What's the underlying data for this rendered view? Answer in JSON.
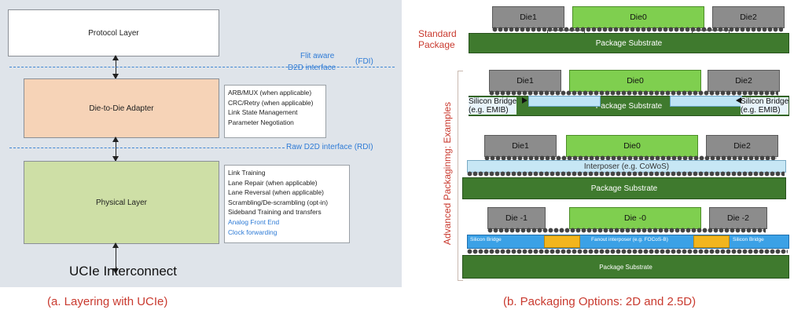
{
  "layering": {
    "protocol_layer": "Protocol Layer",
    "fdi_label": "Flit aware",
    "fdi_label2": "D2D interface",
    "fdi_abbr": "(FDI)",
    "adapter_layer": "Die-to-Die Adapter",
    "adapter_functions": [
      "ARB/MUX (when applicable)",
      "CRC/Retry (when applicable)",
      "Link State Management",
      "Parameter Negotiation"
    ],
    "rdi_label": "Raw D2D interface (RDI)",
    "physical_layer": "Physical Layer",
    "physical_functions": [
      "Link Training",
      "Lane Repair (when applicable)",
      "Lane Reversal (when applicable)",
      "Scrambling/De-scrambling (opt-in)",
      "Sideband Training and transfers"
    ],
    "physical_functions_blue": [
      "Analog Front End",
      "Clock forwarding"
    ],
    "interconnect": "UCIe Interconnect",
    "caption": "(a. Layering with UCIe)"
  },
  "packaging": {
    "standard_label": "Standard\nPackage",
    "advanced_label": "Advanced Packaginmg: Examples",
    "caption": "(b. Packaging Options: 2D and 2.5D)",
    "standard": {
      "die1": "Die1",
      "die0": "Die0",
      "die2": "Die2",
      "substrate": "Package Substrate"
    },
    "emib": {
      "die1": "Die1",
      "die0": "Die0",
      "die2": "Die2",
      "substrate": "Package Substrate",
      "bridge_left": "Silicon Bridge\n(e.g. EMIB)",
      "bridge_right": "Silicon Bridge\n(e.g. EMIB)"
    },
    "cowos": {
      "die1": "Die1",
      "die0": "Die0",
      "die2": "Die2",
      "interposer": "Interposer (e.g. CoWoS)",
      "substrate": "Package Substrate"
    },
    "fanout": {
      "die1": "Die -1",
      "die0": "Die -0",
      "die2": "Die -2",
      "bridge_left": "Silicon Bridge",
      "interposer": "Fanout interposer (e.g. FOCoS-B)",
      "bridge_right": "Silicon Bridge",
      "substrate": "Package Substrate"
    }
  },
  "colors": {
    "caption_red": "#c93a2f",
    "interface_blue": "#2e7bd6",
    "adapter_fill": "#f6d3b7",
    "physical_fill": "#cedfa6",
    "die_green": "#7fcf4f",
    "die_gray": "#8c8c8c",
    "substrate_green": "#3f7a2e"
  }
}
